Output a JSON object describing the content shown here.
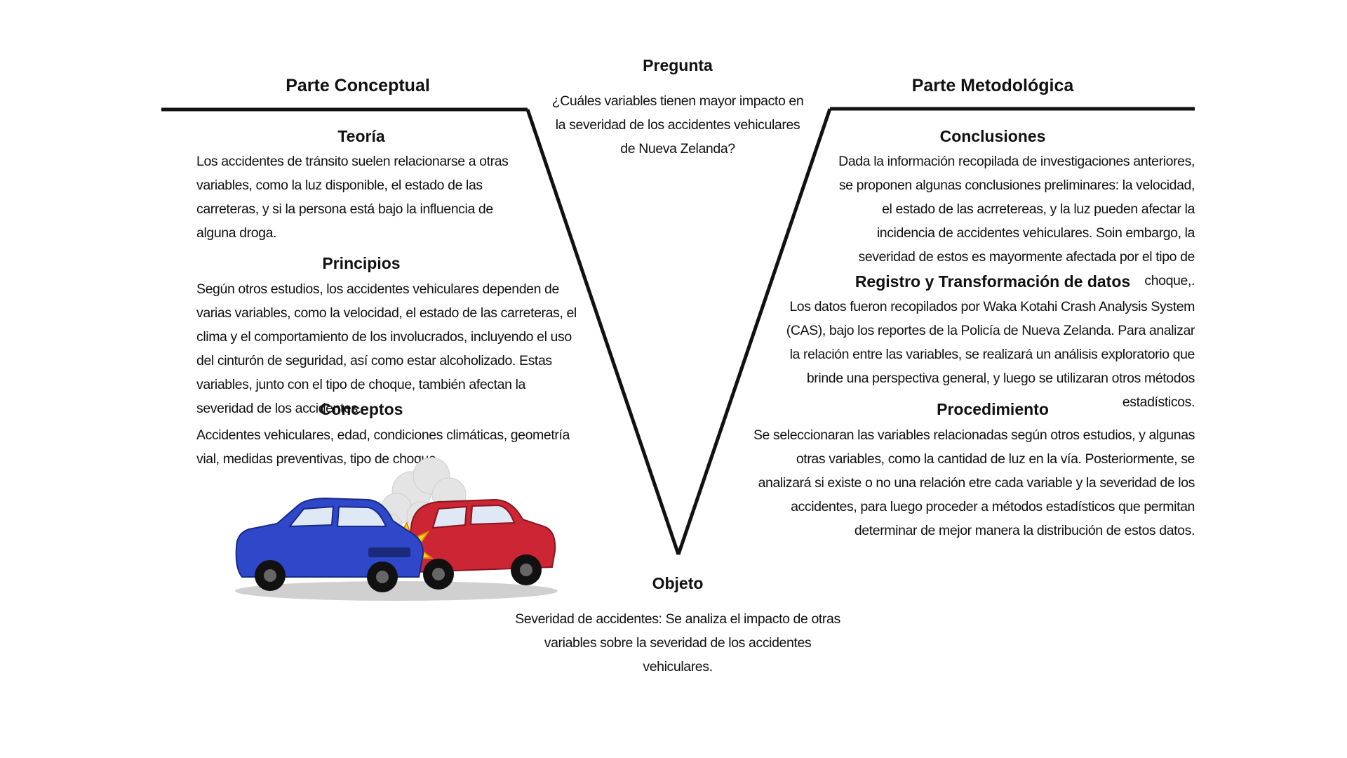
{
  "title": "Parte Conceptual",
  "methodological_title": "Parte Metodológica",
  "question": {
    "heading": "Pregunta",
    "text": "¿Cuáles variables tienen mayor impacto en la severidad de los accidentes vehiculares de Nueva Zelanda?"
  },
  "object": {
    "heading": "Objeto",
    "text": "Severidad de accidentes: Se analiza el impacto de otras variables sobre la severidad de los accidentes vehiculares."
  },
  "conceptual": {
    "theory": {
      "heading": "Teoría",
      "text": "Los accidentes de tránsito suelen relacionarse a otras variables, como la luz disponible, el estado de las carreteras, y si la persona está bajo la influencia de alguna droga."
    },
    "principles": {
      "heading": "Principios",
      "text": "Según otros estudios, los accidentes vehiculares dependen de varias variables, como la velocidad, el estado de las carreteras, el clima y el comportamiento de los involucrados, incluyendo el uso del cinturón de seguridad, así como estar alcoholizado. Estas variables, junto con el tipo de choque, también afectan la severidad de los accidentes."
    },
    "concepts": {
      "heading": "Conceptos",
      "text": "Accidentes vehiculares, edad, condiciones climáticas, geometría vial, medidas preventivas, tipo de choque"
    }
  },
  "methodological": {
    "conclusions": {
      "heading": "Conclusiones",
      "text": "Dada la información recopilada de investigaciones anteriores, se proponen algunas conclusiones preliminares:  la velocidad, el estado de las acrretereas, y la luz pueden afectar la incidencia de accidentes vehiculares. Soin embargo, la severidad de estos es mayormente afectada por el tipo de choque,."
    },
    "data": {
      "heading": "Registro y Transformación de datos",
      "text": "Los datos fueron recopilados por Waka Kotahi Crash Analysis System (CAS), bajo los reportes de la Policía de Nueva Zelanda. Para analizar la relación entre las variables, se realizará un análisis exploratorio que brinde una perspectiva general, y luego se utilizaran otros métodos estadísticos."
    },
    "procedure": {
      "heading": "Procedimiento",
      "text": "Se seleccionaran las variables relacionadas según otros estudios, y algunas otras variables, como la cantidad de luz en la vía. Posteriormente, se analizará si existe o no una relación etre cada variable y la severidad de los accidentes, para luego proceder a métodos estadísticos que permitan determinar de mejor manera la distribución de estos datos."
    }
  },
  "colors": {
    "line": "#111111",
    "car_blue": "#2f47c9",
    "car_red": "#cc2533"
  },
  "illustration": "car-crash-illustration"
}
